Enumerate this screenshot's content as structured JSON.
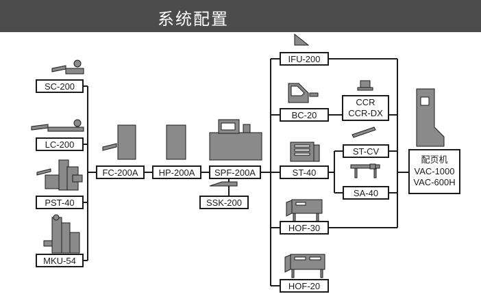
{
  "title": "系统配置",
  "modules": {
    "sc200": "SC-200",
    "lc200": "LC-200",
    "pst40": "PST-40",
    "mku54": "MKU-54",
    "fc200a": "FC-200A",
    "hp200a": "HP-200A",
    "spf200a": "SPF-200A",
    "ssk200": "SSK-200",
    "ifu200": "IFU-200",
    "bc20": "BC-20",
    "ccr": [
      "CCR",
      "CCR-DX"
    ],
    "st40": "ST-40",
    "stcv": "ST-CV",
    "sa40": "SA-40",
    "hof30": "HOF-30",
    "hof20": "HOF-20",
    "vac": [
      "配页机",
      "VAC-1000",
      "VAC-600H"
    ]
  },
  "colors": {
    "header": "#4c4c4c",
    "background": "#ecf3f7",
    "machine": "#8a8a8a",
    "line": "#1a1a1a"
  }
}
